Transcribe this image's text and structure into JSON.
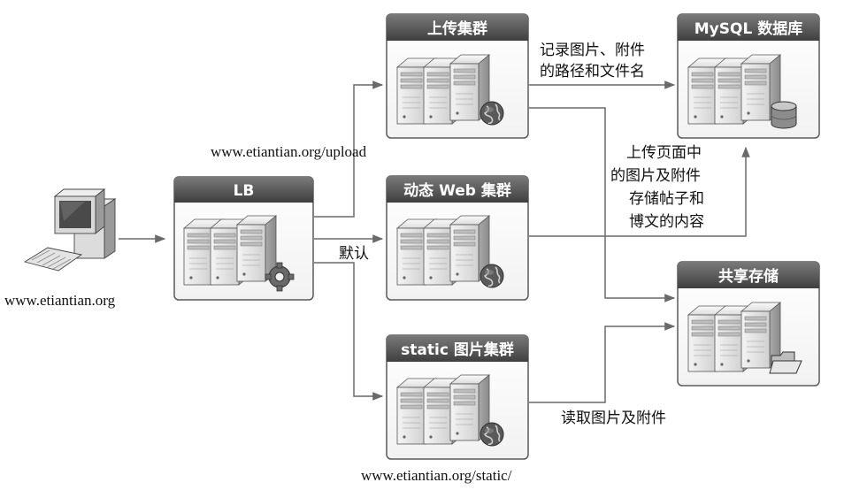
{
  "nodes": {
    "lb": {
      "title": "LB"
    },
    "upload": {
      "title": "上传集群"
    },
    "web": {
      "title": "动态 Web 集群"
    },
    "static": {
      "title": "static 图片集群"
    },
    "mysql": {
      "title": "MySQL 数据库"
    },
    "storage": {
      "title": "共享存储"
    }
  },
  "labels": {
    "client_url": "www.etiantian.org",
    "upload_url": "www.etiantian.org/upload",
    "static_url": "www.etiantian.org/static/",
    "default_route": "默认",
    "mysql_note_line1": "记录图片、附件",
    "mysql_note_line2": "的路径和文件名",
    "web_note_line1": "上传页面中",
    "web_note_line2": "的图片及附件",
    "web_note_line3": "存储帖子和",
    "web_note_line4": "博文的内容",
    "static_note": "读取图片及附件"
  },
  "icons": {
    "client": "desktop-computer-icon",
    "lb_badge": "gear-icon",
    "upload_badge": "globe-icon",
    "web_badge": "globe-icon",
    "static_badge": "globe-icon",
    "mysql_badge": "database-icon",
    "storage_badge": "folder-icon"
  }
}
